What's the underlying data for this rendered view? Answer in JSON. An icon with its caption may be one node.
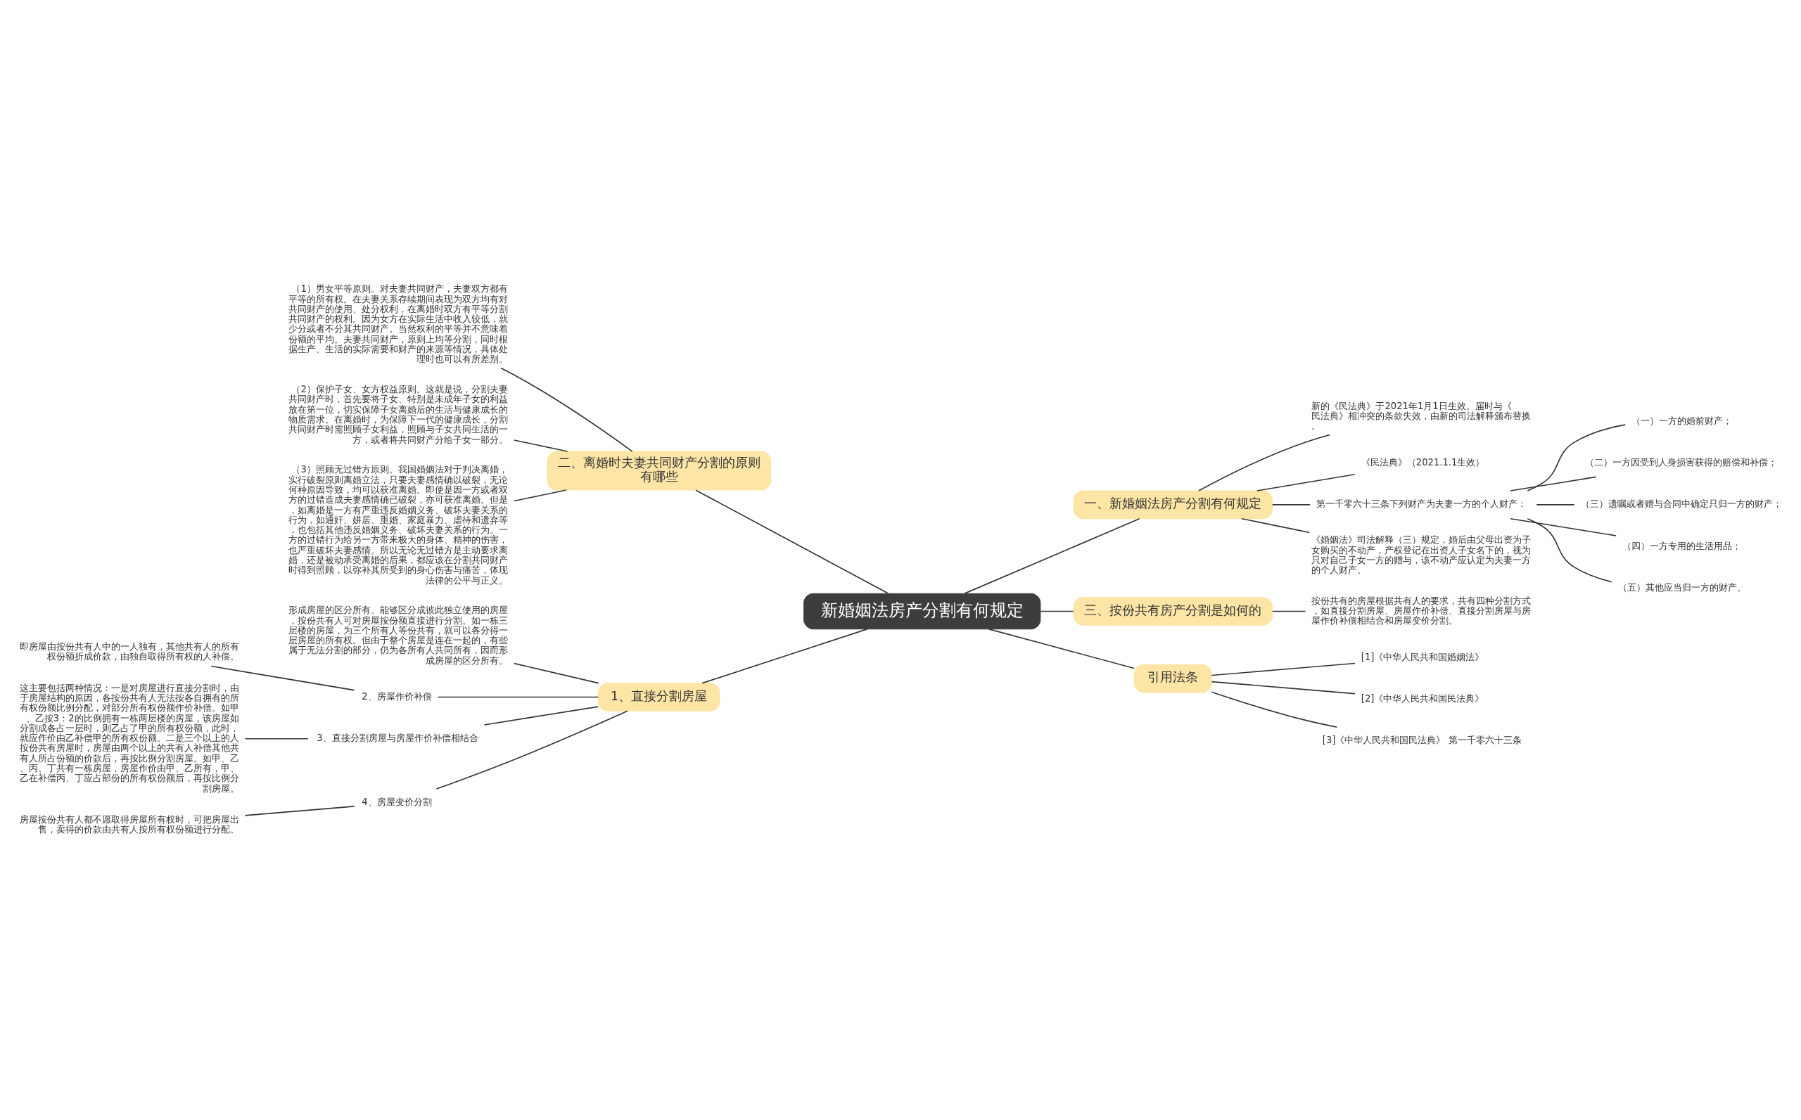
{
  "diagram": {
    "nodes": [
      {
        "text": [
          "新婚姻法房产分割有何规定"
        ]
      },
      {
        "text": [
          "一、新婚姻法房产分割有何规定"
        ]
      },
      {
        "text": [
          "新的《民法典》于2021年1月1日生效。届时与《民法典》相冲突的条款失效，由新的司法解释颁布替换。"
        ]
      },
      {
        "text": [
          "《民法典》（2021.1.1生效）"
        ]
      },
      {
        "text": [
          "第一千零六十三条下列财产为夫妻一方的个人财产："
        ]
      },
      {
        "text": [
          "（一）一方的婚前财产；"
        ]
      },
      {
        "text": [
          "（二）一方因受到人身损害获得的赔偿和补偿；"
        ]
      },
      {
        "text": [
          "（三）遗嘱或者赠与合同中确定只归一方的财产；"
        ]
      },
      {
        "text": [
          "（四）一方专用的生活用品；"
        ]
      },
      {
        "text": [
          "（五）其他应当归一方的财产。"
        ]
      },
      {
        "text": [
          "《婚姻法》司法解释（三）规定，婚后由父母出资为子女购买的不动产，产权登记在出资人子女名下的，视为只对自己子女一方的赠与，该不动产应认定为夫妻一方的个人财产。"
        ]
      },
      {
        "text": [
          "三、按份共有房产分割是如何的"
        ]
      },
      {
        "text": [
          "按份共有的房屋根据共有人的要求，共有四种分割方式，如直接分割房屋、房屋作价补偿、直接分割房屋与房屋作价补偿相结合和房屋变价分割。"
        ]
      },
      {
        "text": [
          "引用法条"
        ]
      },
      {
        "text": [
          "[1]《中华人民共和国婚姻法》"
        ]
      },
      {
        "text": [
          "[2]《中华人民共和国民法典》"
        ]
      },
      {
        "text": [
          "[3]《中华人民共和国民法典》 第一千零六十三条"
        ]
      },
      {
        "text": [
          "二、离婚时夫妻共同财产分割的原则有哪些"
        ]
      },
      {
        "text": [
          "（1）男女平等原则。对夫妻共同财产，夫妻双方都有平等的所有权。在夫妻关系存续期间表现为双方均有对共同财产的使用、处分权利，在离婚时双方有平等分割共同财产的权利。因为女方在实际生活中收入较低，就少分或者不分其共同财产。当然权利的平等并不意味着份额的平均。夫妻共同财产，原则上均等分割，同时根据生产、生活的实际需要和财产的来源等情况，具体处理时也可以有所差别。"
        ]
      },
      {
        "text": [
          "（2）保护子女、女方权益原则。这就是说，分割夫妻共同财产时，首先要将子女、特别是未成年子女的利益放在第一位，切实保障子女离婚后的生活与健康成长的物质需求。在离婚时，为保障下一代的健康成长，分割共同财产时需照顾子女利益，照顾与子女共同生活的一方，或者将共同财产分给子女一部分。"
        ]
      },
      {
        "text": [
          "（3）照顾无过错方原则。我国婚姻法对于判决离婚，实行破裂原则离婚立法，只要夫妻感情确以破裂，无论何种原因导致，均可以获准离婚。即使是因一方或者双方的过错造成夫妻感情确已破裂，亦可获准离婚。但是，如离婚是一方有严重违反婚姻义务、破坏夫妻关系的行为，如通奸、姘居、重婚、家庭暴力、虐待和遗弃等，也包括其他违反婚姻义务、破坏夫妻关系的行为。一方的过错行为给另一方带来极大的身体、精神的伤害，也严重破坏夫妻感情。所以无论无过错方是主动要求离婚，还是被动承受离婚的后果，都应该在分割共同财产时得到照顾，以弥补其所受到的身心伤害与痛苦，体现法律的公平与正义。"
        ]
      },
      {
        "text": [
          "1、直接分割房屋"
        ]
      },
      {
        "text": [
          "形成房屋的区分所有。能够区分成彼此独立使用的房屋，按份共有人可对房屋按份额直接进行分割。如一栋三层楼的房屋，为三个所有人等份共有，就可以各分得一层房屋的所有权。但由于整个房屋是连在一起的，有些属于无法分割的部分，仍为各所有人共同所有，因而形成房屋的区分所有。"
        ]
      },
      {
        "text": [
          "2、房屋作价补偿"
        ]
      },
      {
        "text": [
          "即房屋由按份共有人中的一人独有，其他共有人的所有权份额折成价款，由独自取得所有权的人补偿。"
        ]
      },
      {
        "text": [
          "3、直接分割房屋与房屋作价补偿相结合"
        ]
      },
      {
        "text": [
          "这主要包括两种情况：一是对房屋进行直接分割时，由于房屋结构的原因，各按份共有人无法按各自拥有的所有权份额比例分配，对部分所有权份额作价补偿。如甲、乙按3：2的比例拥有一栋两层楼的房屋，该房屋如分割成各占一层时，则乙占了甲的所有权份额，此时，就应作价由乙补偿甲的所有权份额。二是三个以上的人按份共有房屋时，房屋由两个以上的共有人补偿其他共有人所占份额的价款后，再按比例分割房屋。如甲、乙、丙、丁共有一栋房屋，房屋作价由甲、乙所有，甲、乙在补偿丙、丁应占部份的所有权份额后，再按比例分割房屋。"
        ]
      },
      {
        "text": [
          "4、房屋变价分割"
        ]
      },
      {
        "text": [
          "房屋按份共有人都不愿取得房屋所有权时，可把房屋出售，卖得的价款由共有人按所有权份额进行分配。"
        ]
      }
    ],
    "edges": [
      {
        "from": 0,
        "to": 1,
        "arrow": "none"
      },
      {
        "from": 1,
        "to": 2,
        "arrow": "none"
      },
      {
        "from": 1,
        "to": 3,
        "arrow": "none"
      },
      {
        "from": 1,
        "to": 4,
        "arrow": "none"
      },
      {
        "from": 4,
        "to": 5,
        "arrow": "none"
      },
      {
        "from": 4,
        "to": 6,
        "arrow": "none"
      },
      {
        "from": 4,
        "to": 7,
        "arrow": "none"
      },
      {
        "from": 4,
        "to": 8,
        "arrow": "none"
      },
      {
        "from": 4,
        "to": 9,
        "arrow": "none"
      },
      {
        "from": 1,
        "to": 10,
        "arrow": "none"
      },
      {
        "from": 0,
        "to": 11,
        "arrow": "none"
      },
      {
        "from": 11,
        "to": 12,
        "arrow": "none"
      },
      {
        "from": 0,
        "to": 13,
        "arrow": "none"
      },
      {
        "from": 13,
        "to": 14,
        "arrow": "none"
      },
      {
        "from": 13,
        "to": 15,
        "arrow": "none"
      },
      {
        "from": 13,
        "to": 16,
        "arrow": "none"
      },
      {
        "from": 0,
        "to": 17,
        "arrow": "none"
      },
      {
        "from": 17,
        "to": 18,
        "arrow": "none"
      },
      {
        "from": 17,
        "to": 19,
        "arrow": "none"
      },
      {
        "from": 17,
        "to": 20,
        "arrow": "none"
      },
      {
        "from": 0,
        "to": 21,
        "arrow": "none"
      },
      {
        "from": 21,
        "to": 22,
        "arrow": "none"
      },
      {
        "from": 21,
        "to": 23,
        "arrow": "none"
      },
      {
        "from": 23,
        "to": 24,
        "arrow": "none"
      },
      {
        "from": 21,
        "to": 25,
        "arrow": "none"
      },
      {
        "from": 25,
        "to": 26,
        "arrow": "none"
      },
      {
        "from": 21,
        "to": 27,
        "arrow": "none"
      },
      {
        "from": 27,
        "to": 28,
        "arrow": "none"
      }
    ]
  }
}
